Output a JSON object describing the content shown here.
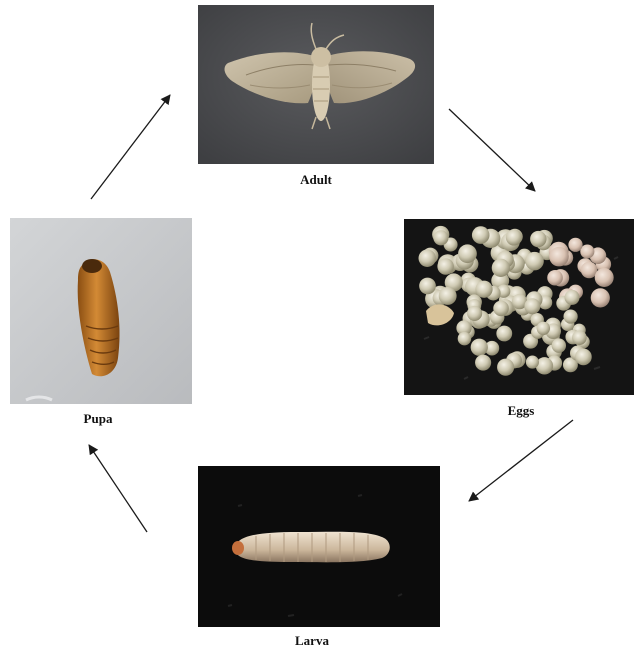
{
  "diagram": {
    "stages": [
      {
        "id": "adult",
        "label": "Adult"
      },
      {
        "id": "eggs",
        "label": "Eggs"
      },
      {
        "id": "larva",
        "label": "Larva"
      },
      {
        "id": "pupa",
        "label": "Pupa"
      }
    ],
    "cycle_order": [
      "adult",
      "eggs",
      "larva",
      "pupa",
      "adult"
    ]
  },
  "colors": {
    "arrow": "#1a1a1a",
    "adult_bg": "#4e4f52",
    "eggs_bg": "#161616",
    "larva_bg": "#0d0d0d",
    "pupa_bg": "#c9cbcd"
  }
}
